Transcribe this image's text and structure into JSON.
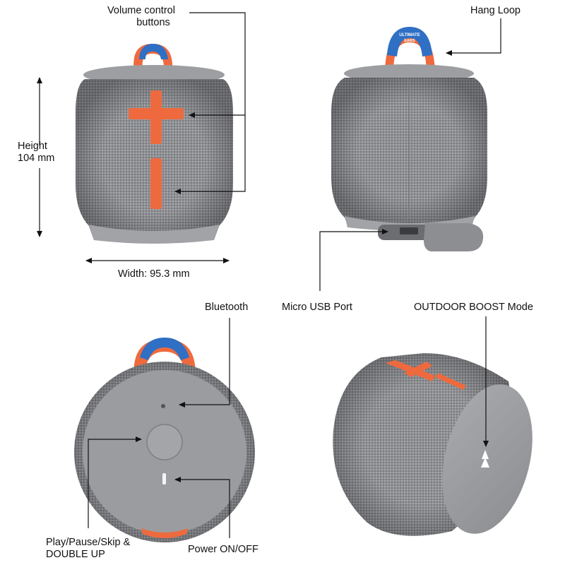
{
  "labels": {
    "volume_line1": "Volume control",
    "volume_line2": "buttons",
    "hang_loop": "Hang Loop",
    "height_line1": "Height",
    "height_line2": "104 mm",
    "width": "Width: 95.3 mm",
    "bluetooth": "Bluetooth",
    "micro_usb": "Micro USB Port",
    "outdoor_boost": "OUTDOOR BOOST Mode",
    "play_line1": "Play/Pause/Skip &",
    "play_line2": "DOUBLE UP",
    "power": "Power ON/OFF"
  },
  "strap_text_line1": "ULTIMATE",
  "strap_text_line2": "EARS",
  "colors": {
    "fabric": "#8f9094",
    "fabric_light": "#a5a6aa",
    "body_cap": "#9c9da1",
    "end_cap": "#9a9b9e",
    "accent_orange": "#ee6a3e",
    "strap_blue": "#2f6fc4",
    "line": "#111111"
  },
  "icons": {
    "plus": "plus-icon",
    "minus": "minus-icon",
    "bluetooth_dot": "bluetooth-dot-icon",
    "play_button": "play-button-icon",
    "power": "power-icon",
    "boost": "outdoor-boost-icon"
  }
}
